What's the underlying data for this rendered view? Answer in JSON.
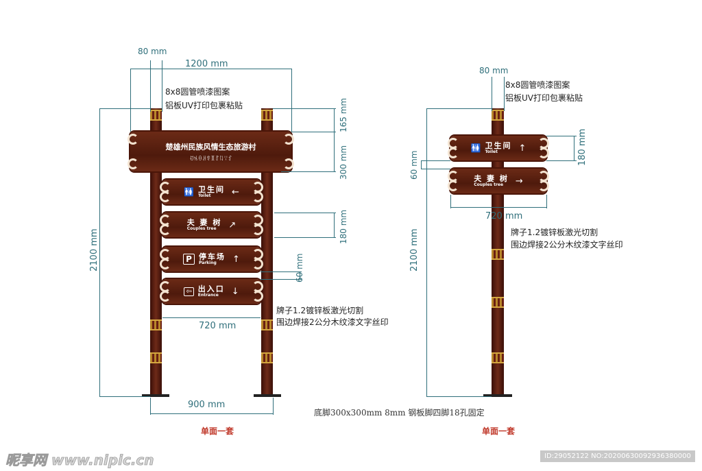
{
  "left": {
    "title_cn": "楚雄州民族风情生态旅游村",
    "title_yi": "ꀀꁱꂷꃅꄜꅉꆈꇁꈌꉘ",
    "signs": [
      {
        "cn": "卫生间",
        "en": "Toilet",
        "icon": "toilet-icon",
        "arrow": "←"
      },
      {
        "cn": "夫 妻 树",
        "en": "Couples tree",
        "icon": "",
        "arrow": "↗"
      },
      {
        "cn": "停车场",
        "en": "Parking",
        "icon": "parking-icon",
        "arrow": "↑"
      },
      {
        "cn": "出入口",
        "en": "Entrance",
        "icon": "entrance-icon",
        "arrow": "↓"
      }
    ],
    "dims": {
      "post": "80 mm",
      "width": "1200 mm",
      "top": "165 mm",
      "board": "300 mm",
      "sign": "180 mm",
      "gap": "60 mm",
      "sign_width": "720 mm",
      "height": "2100 mm",
      "base": "900 mm"
    },
    "notes": [
      "8x8圆管喷漆图案",
      "铝板UV打印包裹粘贴",
      "牌子1.2镀锌板激光切割",
      "围边焊接2公分木纹漆文字丝印"
    ],
    "footer": "单面一套"
  },
  "right": {
    "signs": [
      {
        "cn": "卫生间",
        "en": "Toilet",
        "arrow": "↑"
      },
      {
        "cn": "夫 妻 树",
        "en": "Couples tree",
        "arrow": "→"
      }
    ],
    "dims": {
      "post": "80 mm",
      "sign": "180 mm",
      "gap": "60 mm",
      "sign_width": "720 mm",
      "height": "2100 mm"
    },
    "notes": [
      "8x8圆管喷漆图案",
      "铝板UV打印包裹粘贴",
      "牌子1.2镀锌板激光切割",
      "围边焊接2公分木纹漆文字丝印"
    ],
    "footer": "单面一套"
  },
  "base_note": "底脚300x300mm 8mm 钢板脚四脚18孔固定",
  "watermark": {
    "logo": "昵享网 www.nipic.cn",
    "id": "ID:29052122 NO:20200630092936380000"
  },
  "colors": {
    "wood": "#5a1e10",
    "dimension": "#2e6e7a",
    "footer": "#c0392b"
  }
}
